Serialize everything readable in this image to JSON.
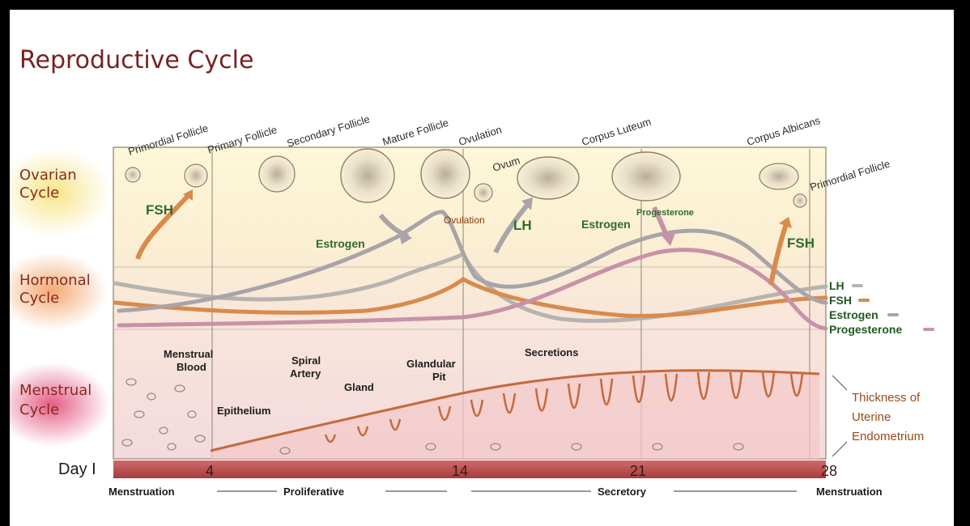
{
  "title": "Reproductive Cycle",
  "cycles": {
    "ovarian": [
      "Ovarian",
      "Cycle"
    ],
    "hormonal": [
      "Hormonal",
      "Cycle"
    ],
    "menstrual": [
      "Menstrual",
      "Cycle"
    ]
  },
  "follicles": {
    "primordial": "Primordial Follicle",
    "primary": "Primary Follicle",
    "secondary": "Secondary Follicle",
    "mature": "Mature Follicle",
    "ovulation": "Ovulation",
    "ovum": "Ovum",
    "corpus_luteum": "Corpus Luteum",
    "corpus_albicans": "Corpus Albicans",
    "primordial_end": "Primordial Follicle"
  },
  "hormone_labels": {
    "fsh_left": "FSH",
    "estrogen_mid": "Estrogen",
    "ovulation": "Ovulation",
    "lh": "LH",
    "estrogen_right": "Estrogen",
    "progesterone": "Progesterone",
    "fsh_right": "FSH"
  },
  "legend": [
    "LH",
    "FSH",
    "Estrogen",
    "Progesterone"
  ],
  "colors": {
    "lh": "#b6b3b0",
    "fsh": "#d98a4c",
    "estrogen": "#a8a4a8",
    "progesterone": "#c792a8",
    "title": "#7a1f1f",
    "hormone_text": "#2f6b2f",
    "day_bar": "#b84a4a"
  },
  "anatomy": {
    "menstrual_blood": [
      "Menstrual",
      "Blood"
    ],
    "spiral_artery": [
      "Spiral",
      "Artery"
    ],
    "gland": "Gland",
    "glandular_pit": [
      "Glandular",
      "Pit"
    ],
    "secretions": "Secretions",
    "epithelium": "Epithelium"
  },
  "thickness": [
    "Thickness of",
    "Uterine",
    "Endometrium"
  ],
  "days": {
    "prefix": "Day",
    "d1": "I",
    "d4": "4",
    "d14": "14",
    "d21": "21",
    "d28": "28"
  },
  "phases": {
    "menstruation_start": "Menstruation",
    "proliferative": "Proliferative",
    "secretory": "Secretory",
    "menstruation_end": "Menstruation"
  }
}
